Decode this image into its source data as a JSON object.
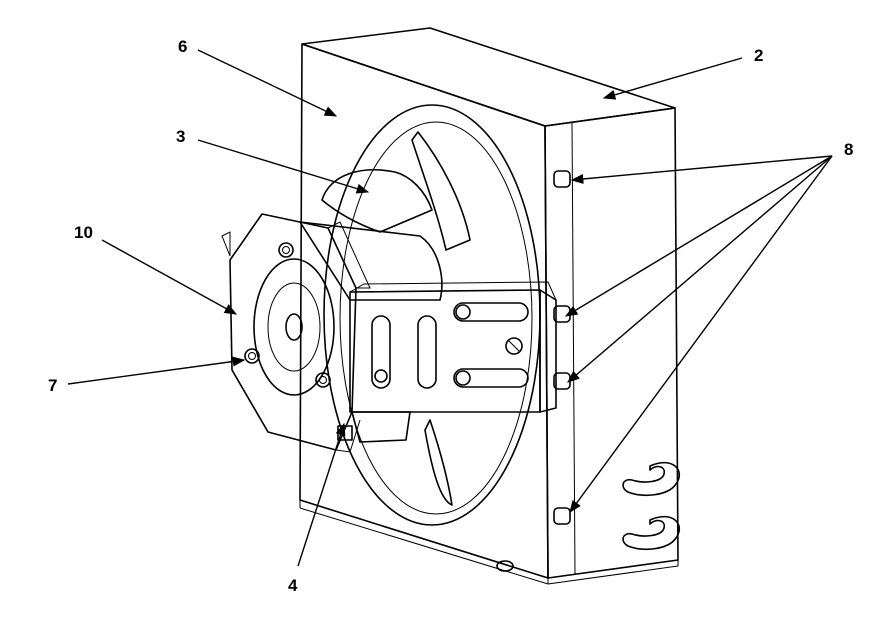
{
  "figure": {
    "labels": {
      "l2": "2",
      "l3": "3",
      "l4": "4",
      "l6": "6",
      "l7": "7",
      "l8": "8",
      "l10": "10"
    }
  },
  "colors": {
    "line": "#000000",
    "face_light": "#ffffff",
    "face_shade": "#f2f2f2",
    "face_dark": "#e3e3e3"
  }
}
